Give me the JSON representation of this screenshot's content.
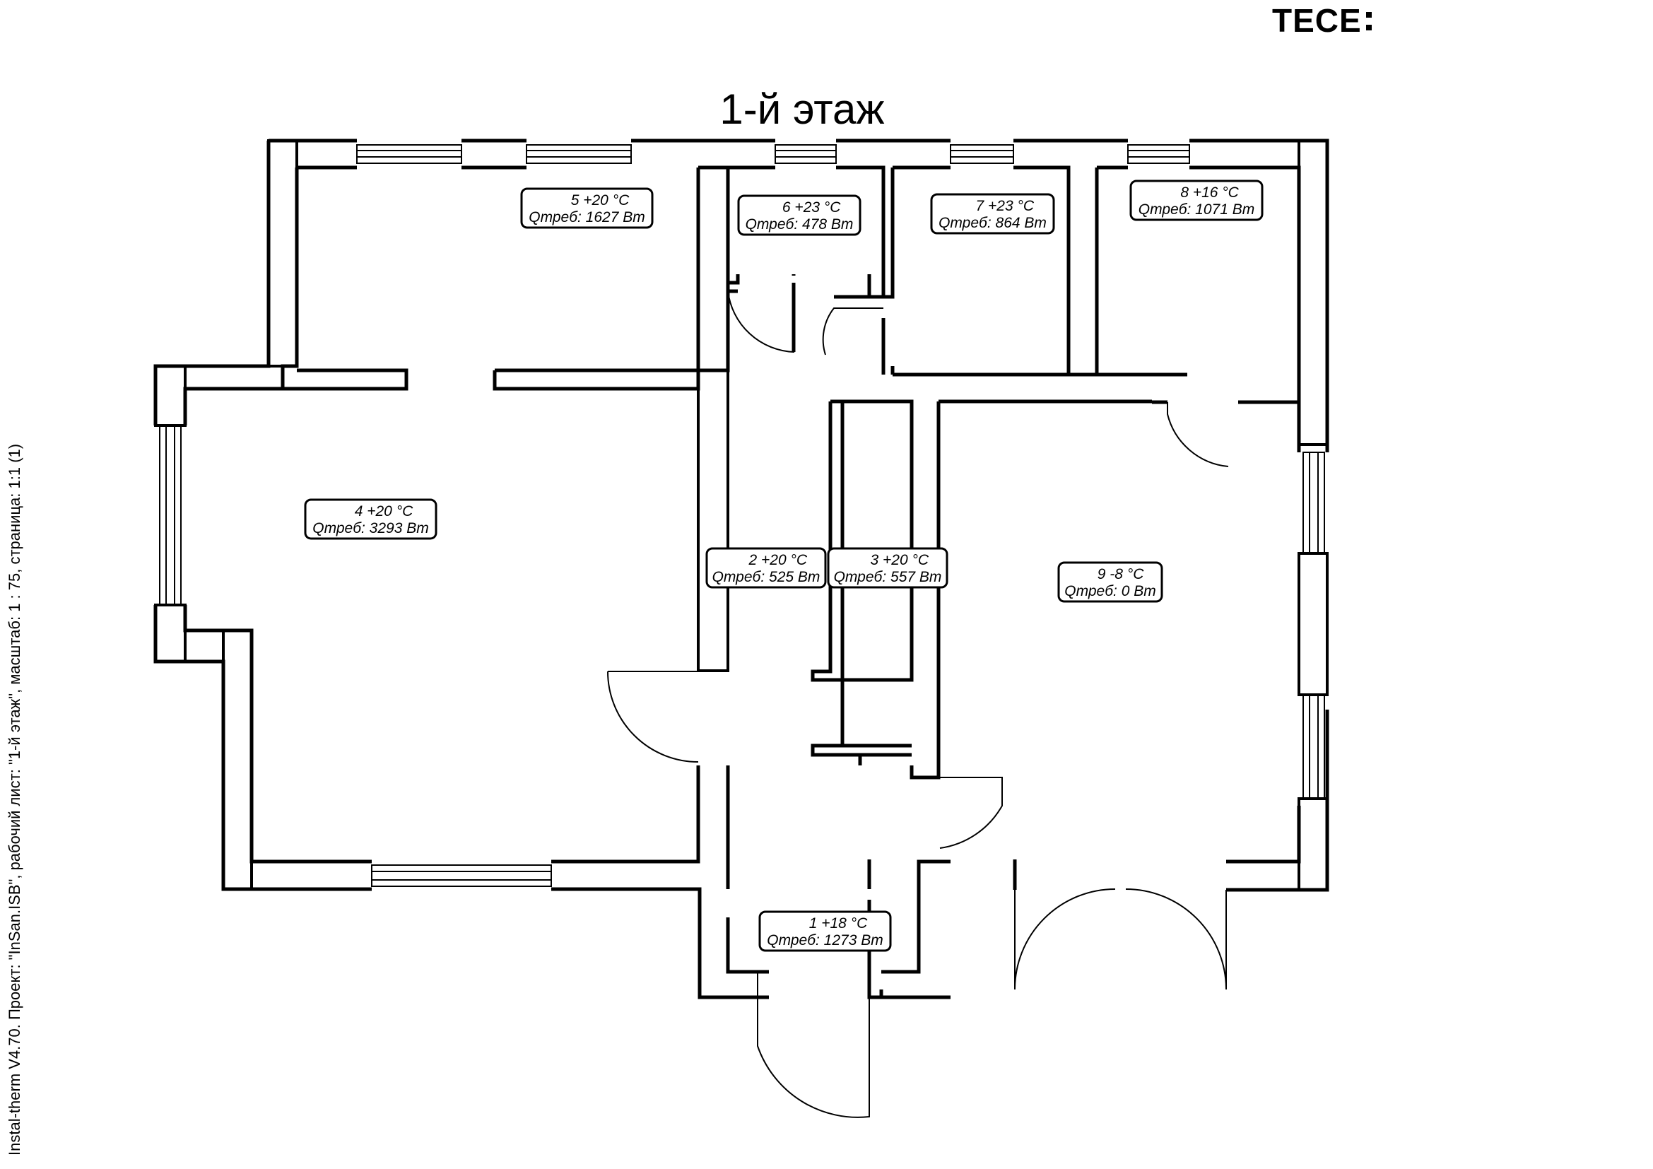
{
  "header": {
    "logo_text": "TECE",
    "side_text": "Instal-therm V4.70. Проект: \"InSan.ISB\", рабочий лист: \"1-й этаж\", масштаб: 1 : 75, страница: 1:1 (1)",
    "floor_title": "1-й этаж"
  },
  "rooms": [
    {
      "line1": "1 +18 °C",
      "line2": "Qтреб: 1273 Вт"
    },
    {
      "line1": "2 +20 °C",
      "line2": "Qтреб: 525 Вт"
    },
    {
      "line1": "3 +20 °C",
      "line2": "Qтреб: 557 Вт"
    },
    {
      "line1": "4 +20 °C",
      "line2": "Qтреб: 3293 Вт"
    },
    {
      "line1": "5 +20 °C",
      "line2": "Qтреб: 1627 Вт"
    },
    {
      "line1": "6 +23 °C",
      "line2": "Qтреб: 478 Вт"
    },
    {
      "line1": "7 +23 °C",
      "line2": "Qтреб: 864 Вт"
    },
    {
      "line1": "8 +16 °C",
      "line2": "Qтреб: 1071 Вт"
    },
    {
      "line1": "9 -8 °C",
      "line2": "Qтреб: 0 Вт"
    }
  ]
}
